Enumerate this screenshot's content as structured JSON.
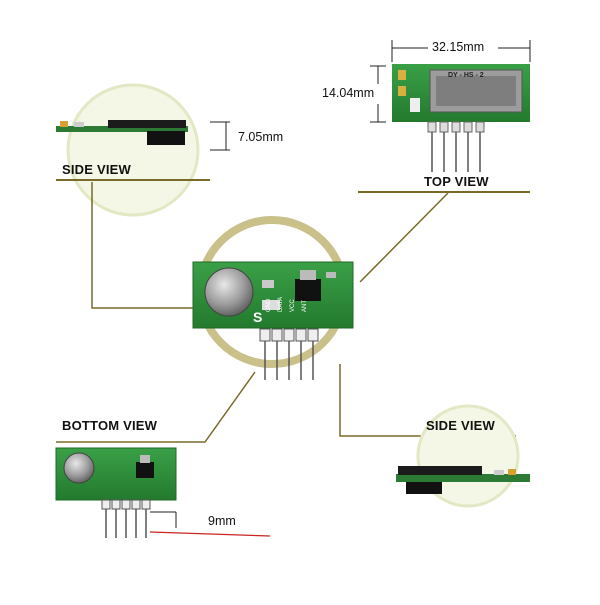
{
  "labels": {
    "side_view_top": "SIDE VIEW",
    "top_view": "TOP VIEW",
    "bottom_view": "BOTTOM VIEW",
    "side_view_bottom": "SIDE VIEW"
  },
  "dimensions": {
    "length": "32.15mm",
    "width": "14.04mm",
    "height": "7.05mm",
    "pin_length": "9mm"
  },
  "chip_marking": "DY - HS - 2",
  "pin_labels": [
    "GND",
    "DATA",
    "VCC",
    "ANT"
  ],
  "colors": {
    "pcb": "#2f8f3a",
    "pcb_dark": "#1f6b28",
    "leader_line": "#7a6a2a",
    "circle": "#e8eccb",
    "dimension_red": "#cc2222"
  }
}
